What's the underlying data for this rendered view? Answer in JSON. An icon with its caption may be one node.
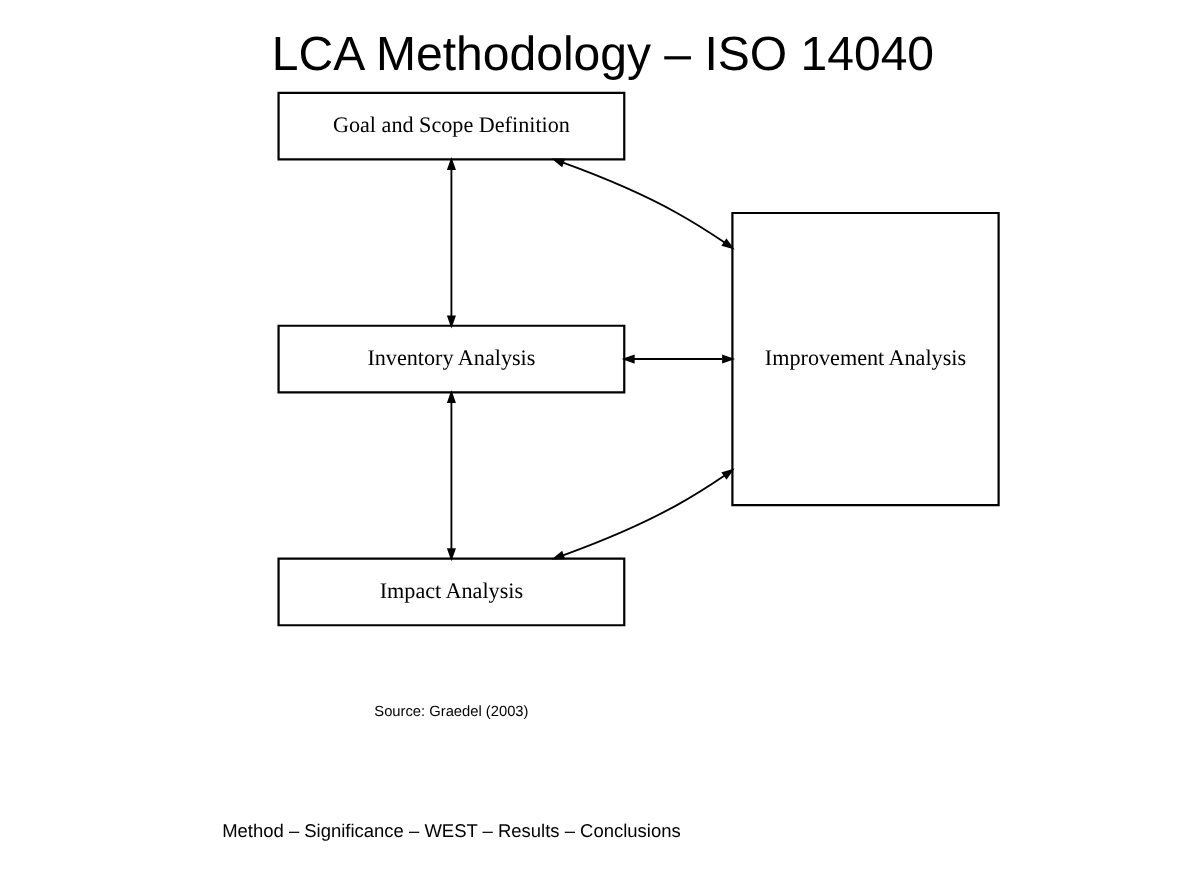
{
  "diagram": {
    "title": "LCA Methodology – ISO 14040",
    "nodes": [
      {
        "text": [
          "Goal and Scope Definition"
        ]
      },
      {
        "text": [
          "Inventory Analysis"
        ]
      },
      {
        "text": [
          "Impact Analysis"
        ]
      },
      {
        "text": [
          "Improvement Analysis"
        ]
      }
    ],
    "edges": [
      {
        "from": 0,
        "to": 1,
        "arrow": "both"
      },
      {
        "from": 1,
        "to": 2,
        "arrow": "both"
      },
      {
        "from": 0,
        "to": 3,
        "arrow": "both"
      },
      {
        "from": 1,
        "to": 3,
        "arrow": "both"
      },
      {
        "from": 2,
        "to": 3,
        "arrow": "both"
      }
    ],
    "labels": [
      "Source: Graedel (2003)",
      "Method – Significance – WEST – Results – Conclusions"
    ]
  }
}
